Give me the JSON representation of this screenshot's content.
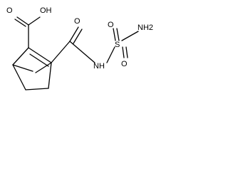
{
  "molecule": {
    "atom_labels": {
      "carboxyl_oh": "OH",
      "carboxyl_o": "O",
      "amide_o": "O",
      "amide_nh": "NH",
      "sulfur": "S",
      "sulfonyl_o_left": "O",
      "sulfonyl_o_bottom": "O",
      "amine_nh2": "NH2"
    }
  }
}
